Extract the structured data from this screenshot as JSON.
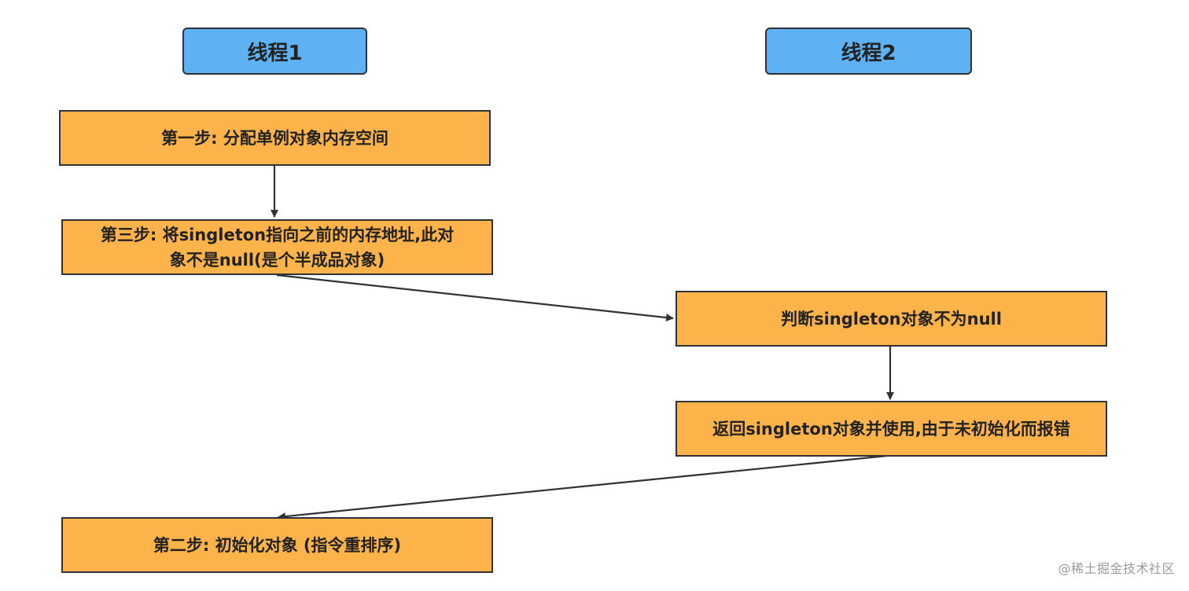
{
  "threads": {
    "thread1": {
      "label": "线程1"
    },
    "thread2": {
      "label": "线程2"
    }
  },
  "steps": {
    "alloc": "第一步: 分配单例对象内存空间",
    "assign_line1": "第三步: 将singleton指向之前的内存地址,此对",
    "assign_line2": "象不是null(是个半成品对象)",
    "check": "判断singleton对象不为null",
    "use": "返回singleton对象并使用,由于未初始化而报错",
    "init": "第二步: 初始化对象 (指令重排序)"
  },
  "watermark": "@稀土掘金技术社区",
  "colors": {
    "thread_fill": "#5eb1f2",
    "step_fill": "#fbb34a",
    "stroke": "#2f3237"
  }
}
